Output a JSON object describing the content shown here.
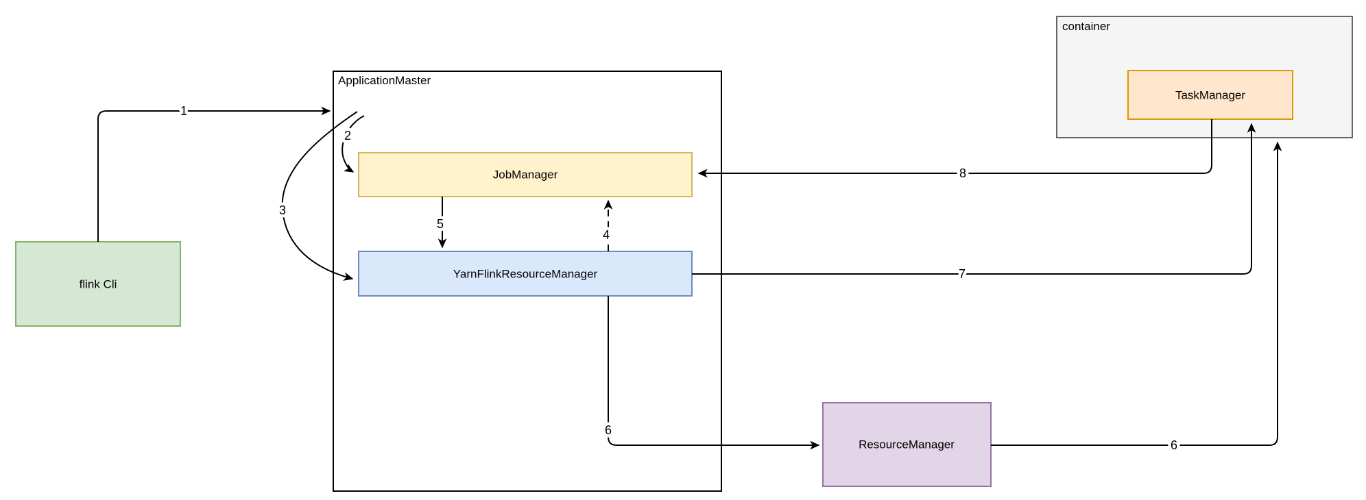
{
  "diagram": {
    "background": "#ffffff",
    "line_color": "#000000",
    "nodes": {
      "flink_cli": {
        "label": "flink Cli",
        "fill": "#d5e8d4",
        "stroke": "#82b366"
      },
      "application_master": {
        "label": "ApplicationMaster",
        "fill": "#ffffff",
        "stroke": "#000000"
      },
      "job_manager": {
        "label": "JobManager",
        "fill": "#fff2cc",
        "stroke": "#d6b656"
      },
      "yarn_flink_resource_manager": {
        "label": "YarnFlinkResourceManager",
        "fill": "#dae8fc",
        "stroke": "#6c8ebf"
      },
      "container": {
        "label": "container",
        "fill": "#f5f5f5",
        "stroke": "#666666"
      },
      "task_manager": {
        "label": "TaskManager",
        "fill": "#ffe6cc",
        "stroke": "#d79b00"
      },
      "resource_manager": {
        "label": "ResourceManager",
        "fill": "#e1d5e7",
        "stroke": "#9673a6"
      }
    },
    "edge_labels": {
      "e1": "1",
      "e2": "2",
      "e3": "3",
      "e4": "4",
      "e5": "5",
      "e6a": "6",
      "e6b": "6",
      "e7": "7",
      "e8": "8"
    }
  }
}
